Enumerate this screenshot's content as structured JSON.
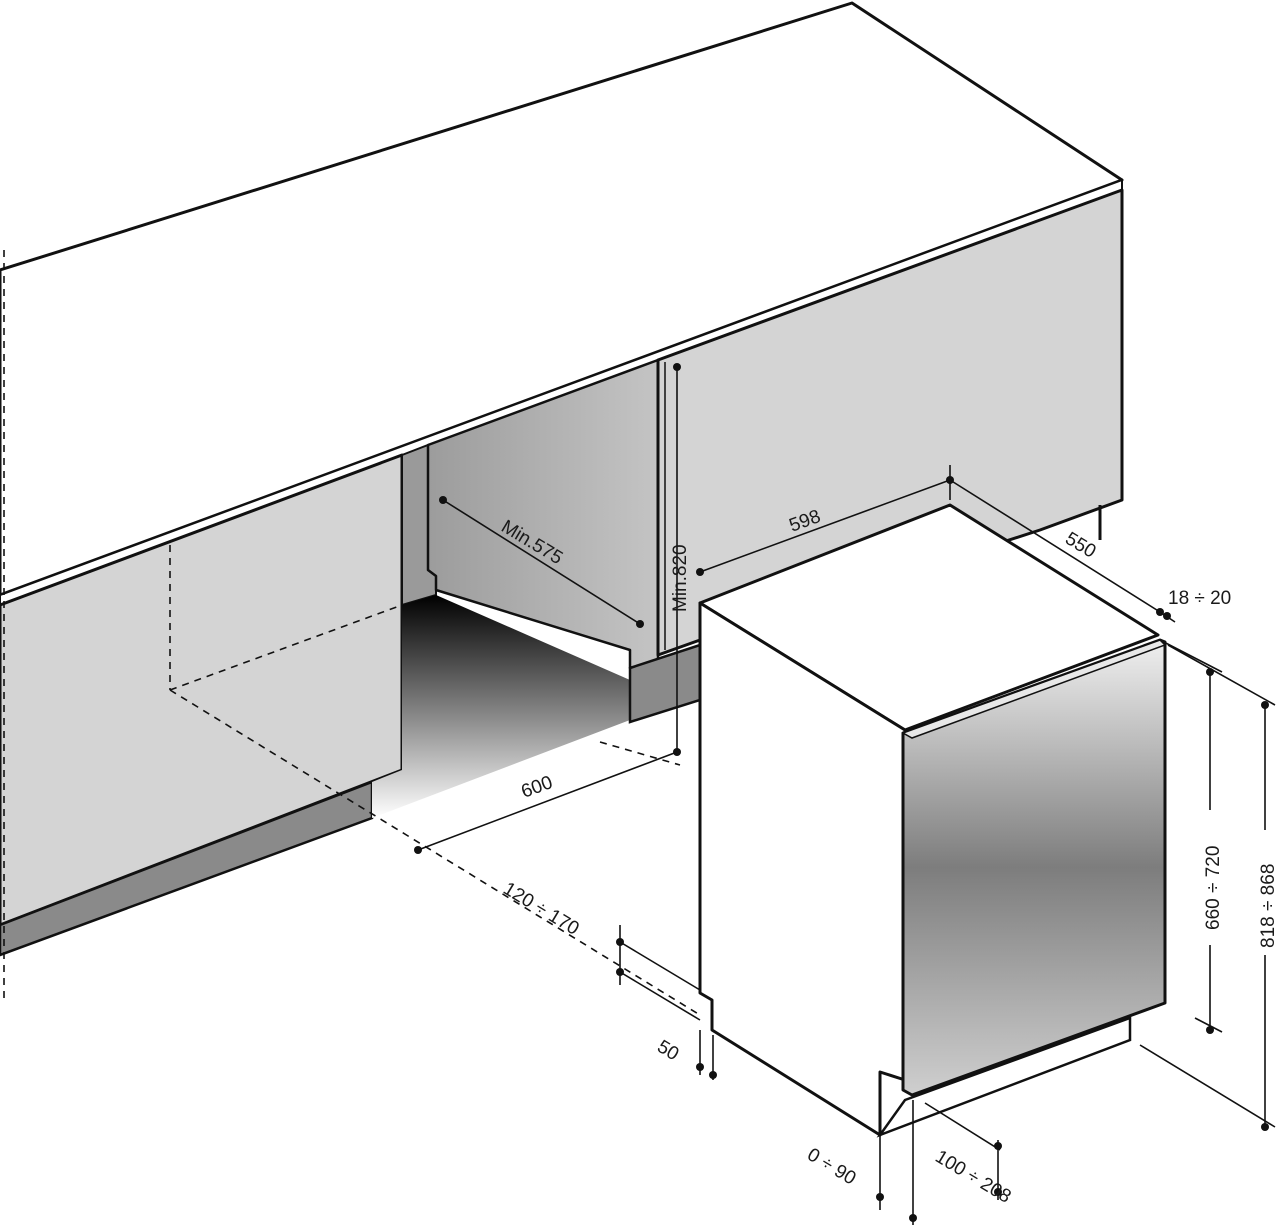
{
  "dimensions": {
    "min_575": "Min.575",
    "min_820": "Min.820",
    "d598": "598",
    "d550": "550",
    "d18_20": "18 ÷ 20",
    "d600": "600",
    "d120_170": "120 ÷ 170",
    "d50": "50",
    "d660_720": "660 ÷ 720",
    "d818_868": "818 ÷ 868",
    "d0_90": "0 ÷ 90",
    "d100_208": "100 ÷ 208"
  },
  "colors": {
    "panel_light": "#d4d4d4",
    "panel_mid": "#b8b8b8",
    "plinth": "#8a8a8a",
    "line": "#111111"
  }
}
